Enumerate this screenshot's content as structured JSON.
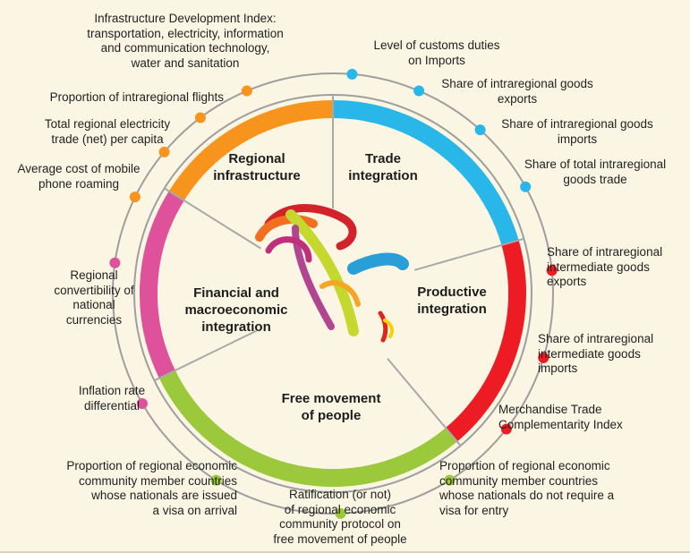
{
  "colors": {
    "background": "#fbf6e4",
    "ring_outline": "#9e9e9e",
    "divider": "#a8a8a8",
    "infrastructure": "#f7941d",
    "trade": "#29b6e8",
    "productive": "#ed1c24",
    "free_movement": "#9bc93b",
    "financial": "#e0519b"
  },
  "dimensions": {
    "regional_infrastructure": "Regional\ninfrastructure",
    "trade_integration": "Trade\nintegration",
    "productive_integration": "Productive\nintegration",
    "free_movement": "Free movement\nof people",
    "financial_macro": "Financial and\nmacroeconomic\nintegration"
  },
  "indicators": {
    "infrastructure_index": "Infrastructure Development Index:\ntransportation, electricity, information\nand communication technology,\nwater and sanitation",
    "intraregional_flights": "Proportion of intraregional flights",
    "electricity_trade": "Total regional electricity\ntrade (net) per capita",
    "mobile_roaming": "Average cost of mobile\nphone roaming",
    "customs_duties": "Level of customs duties\non Imports",
    "goods_exports": "Share of intraregional goods\nexports",
    "goods_imports": "Share of intraregional goods\nimports",
    "total_goods_trade": "Share of total intraregional\ngoods trade",
    "intermediate_exports": "Share of intraregional\nintermediate goods\nexports",
    "intermediate_imports": "Share of intraregional\nintermediate goods\nimports",
    "complementarity_index": "Merchandise Trade\nComplementarity Index",
    "visa_not_required": "Proportion of regional economic\ncommunity member countries\nwhose nationals do not require a\nvisa for entry",
    "protocol_ratification": "Ratification (or not)\nof regional economic\ncommunity protocol on\nfree movement of people",
    "visa_on_arrival": "Proportion of regional economic\ncommunity member countries\nwhose nationals are issued\na visa on arrival",
    "inflation_differential": "Inflation rate\ndifferential",
    "currency_convertibility": "Regional\nconvertibility of\nnational\ncurrencies"
  }
}
